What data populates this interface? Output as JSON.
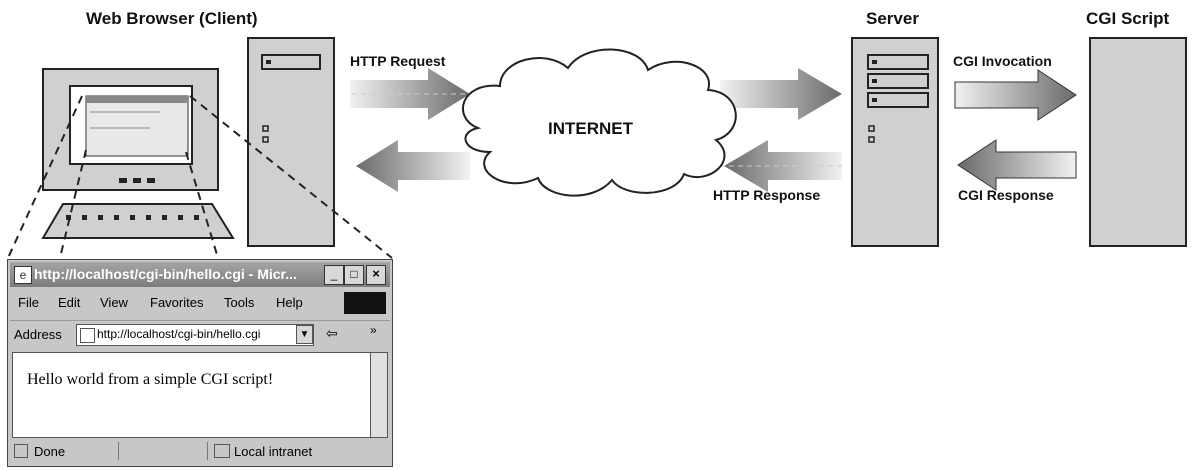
{
  "labels": {
    "client": "Web Browser (Client)",
    "server": "Server",
    "cgi_script": "CGI Script",
    "http_request": "HTTP Request",
    "http_response": "HTTP Response",
    "internet": "INTERNET",
    "cgi_invocation": "CGI Invocation",
    "cgi_response": "CGI Response"
  },
  "browser": {
    "title": "http://localhost/cgi-bin/hello.cgi - Micr...",
    "menu": [
      "File",
      "Edit",
      "View",
      "Favorites",
      "Tools",
      "Help"
    ],
    "address_label": "Address",
    "address_value": "http://localhost/cgi-bin/hello.cgi",
    "page_text": "Hello world from a simple CGI script!",
    "status_left": "Done",
    "status_zone": "Local intranet",
    "window_buttons": [
      "_",
      "□",
      "×"
    ]
  },
  "colors": {
    "panel": "#d0d0d0",
    "arrow_dark": "#6a6a6a",
    "arrow_light": "#e6e6e6",
    "line": "#222222"
  }
}
